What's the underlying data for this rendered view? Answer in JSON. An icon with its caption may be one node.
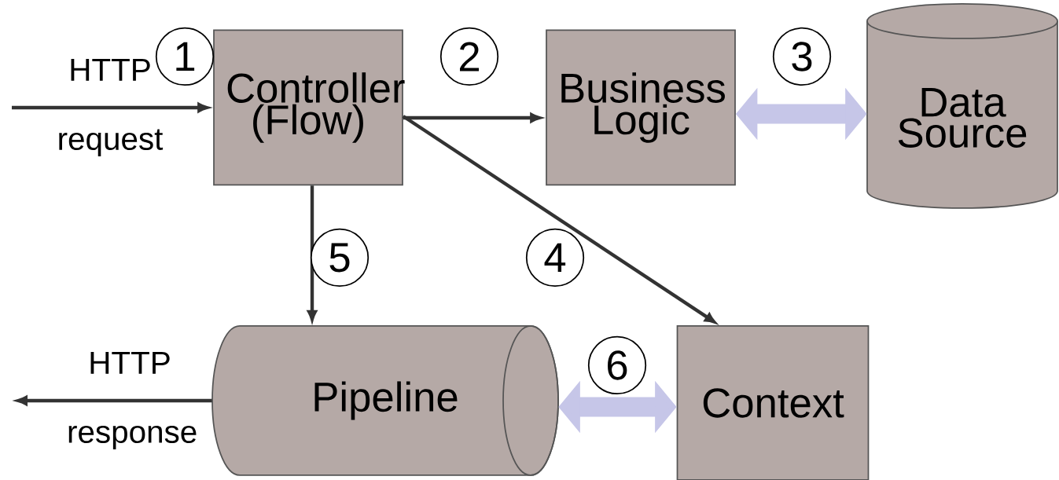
{
  "diagram": {
    "nodes": [
      {
        "text": [
          "Controller (Flow)"
        ]
      },
      {
        "text": [
          "Business Logic"
        ]
      },
      {
        "text": [
          "Data Source"
        ]
      },
      {
        "text": [
          "Pipeline"
        ]
      },
      {
        "text": [
          "Context"
        ]
      }
    ],
    "edges": [
      {
        "from": null,
        "to": 0,
        "arrow": "to",
        "label": "HTTP request"
      },
      {
        "from": 3,
        "to": null,
        "arrow": "to",
        "label": "HTTP response"
      },
      {
        "from": 0,
        "to": 1,
        "arrow": "to",
        "label": "2"
      },
      {
        "from": 1,
        "to": 2,
        "arrow": "both",
        "label": "3",
        "style": "thick",
        "color": "#c6c6e8"
      },
      {
        "from": 0,
        "to": 4,
        "arrow": "to",
        "label": "4"
      },
      {
        "from": 0,
        "to": 3,
        "arrow": "to",
        "label": "5"
      },
      {
        "from": 3,
        "to": 4,
        "arrow": "both",
        "label": "6",
        "style": "thick",
        "color": "#c6c6e8"
      }
    ],
    "labels": [
      "1"
    ]
  }
}
